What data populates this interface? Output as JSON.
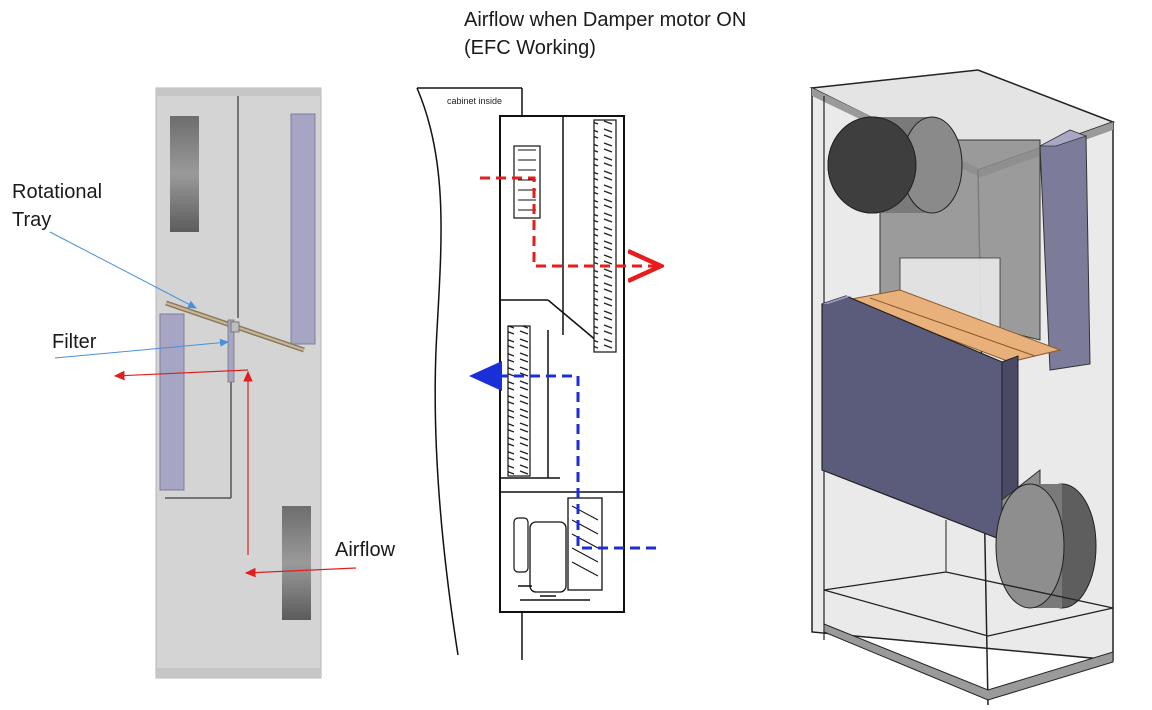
{
  "title": {
    "line1": "Airflow when Damper motor ON",
    "line2": "(EFC Working)"
  },
  "left_panel": {
    "labels": {
      "rotational_tray_line1": "Rotational",
      "rotational_tray_line2": "Tray",
      "filter": "Filter",
      "airflow": "Airflow"
    }
  },
  "middle_panel": {
    "cabinet_label": "cabinet inside"
  },
  "colors": {
    "airflow_arrow": "#e02020",
    "hot_air_path": "#e81c1c",
    "cold_air_path": "#1a2fd8",
    "leader_line": "#4a90d9",
    "panel_gray": "#d4d4d4",
    "filter_purple": "#a6a6c4",
    "tray_orange": "#e8b07a"
  }
}
